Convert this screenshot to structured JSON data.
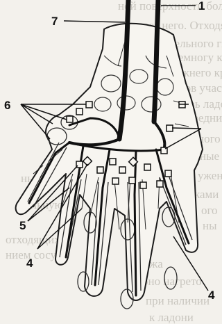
{
  "figure": {
    "background_text": [
      "ной поверхности большого",
      "через него. Отходящие от",
      "ительного гипотенара",
      "понемногу к пальцам",
      "у нижнего края ладони",
      "нерв участвует",
      "ветвь ладонный",
      "средний,",
      "ного",
      "ные",
      "ужен",
      "ками",
      "ого",
      "ны",
      "ных",
      "сильную",
      "отходящих",
      "нием сосуда",
      "кожа",
      "оно нагрето",
      "при наличии",
      "к ладони"
    ],
    "callouts": {
      "label_1": "1",
      "label_7": "7",
      "label_6": "6",
      "label_5": "5",
      "label_4_left": "4",
      "label_4_right": "4"
    },
    "colors": {
      "ink": "#111111",
      "paper": "#f3f1ec",
      "background_text": "#c9c6bf"
    }
  }
}
